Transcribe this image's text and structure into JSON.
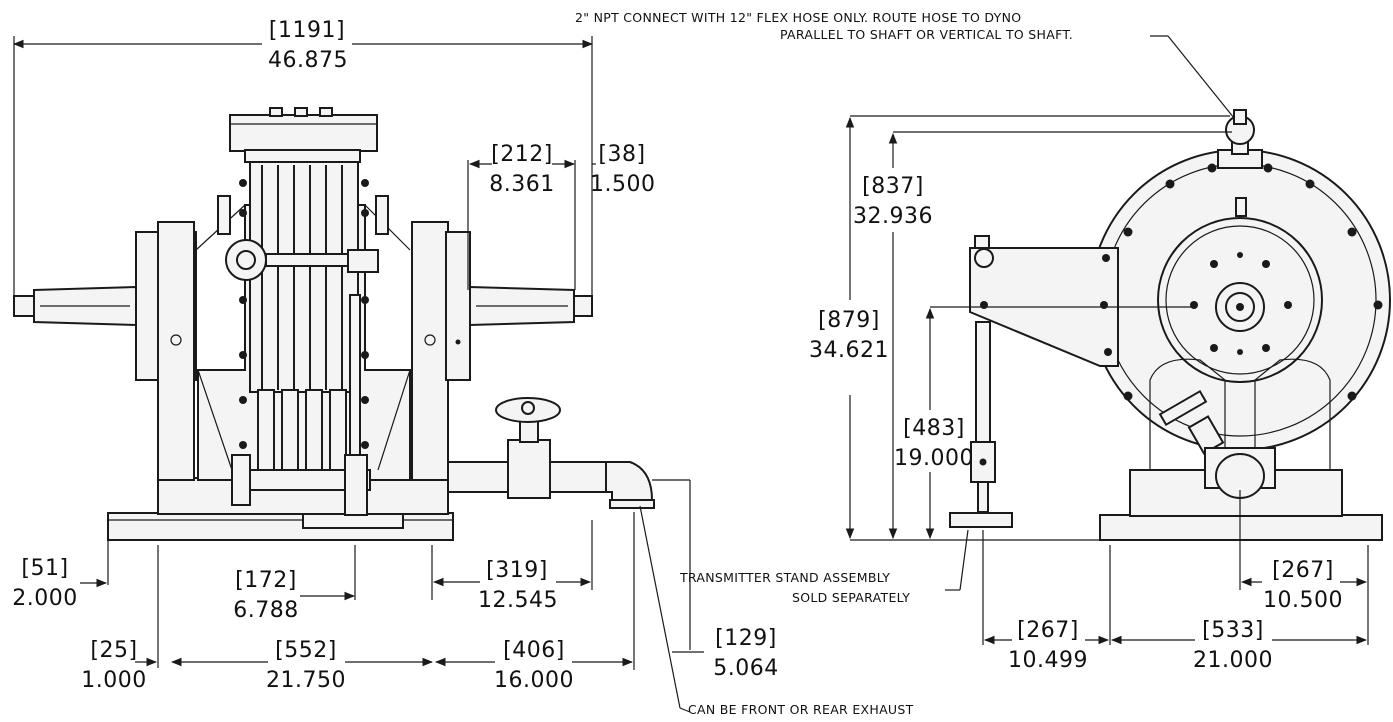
{
  "notes": {
    "npt_line1": "2\" NPT CONNECT WITH 12\" FLEX HOSE ONLY.  ROUTE HOSE TO DYNO",
    "npt_line2": "PARALLEL TO SHAFT OR VERTICAL TO SHAFT.",
    "transmitter_line1": "TRANSMITTER STAND ASSEMBLY",
    "transmitter_line2": "SOLD SEPARATELY",
    "exhaust": "CAN BE FRONT OR REAR EXHAUST"
  },
  "front_view": {
    "overall_length": {
      "mm": "[1191]",
      "in": "46.875"
    },
    "shaft_to_inlet": {
      "mm": "[212]",
      "in": "8.361"
    },
    "shaft_stub": {
      "mm": "[38]",
      "in": "1.500"
    },
    "base_thickness": {
      "mm": "[51]",
      "in": "2.000"
    },
    "base_offset": {
      "mm": "[25]",
      "in": "1.000"
    },
    "center_to_pipe": {
      "mm": "[172]",
      "in": "6.788"
    },
    "center_to_shaft_end": {
      "mm": "[319]",
      "in": "12.545"
    },
    "base_length": {
      "mm": "[552]",
      "in": "21.750"
    },
    "pipe_reach": {
      "mm": "[406]",
      "in": "16.000"
    },
    "exhaust_height": {
      "mm": "[129]",
      "in": "5.064"
    }
  },
  "side_view": {
    "overall_height": {
      "mm": "[879]",
      "in": "34.621"
    },
    "connection_height": {
      "mm": "[837]",
      "in": "32.936"
    },
    "shaft_height": {
      "mm": "[483]",
      "in": "19.000"
    },
    "stand_offset": {
      "mm": "[267]",
      "in": "10.499"
    },
    "base_width": {
      "mm": "[533]",
      "in": "21.000"
    },
    "center_to_edge": {
      "mm": "[267]",
      "in": "10.500"
    }
  }
}
